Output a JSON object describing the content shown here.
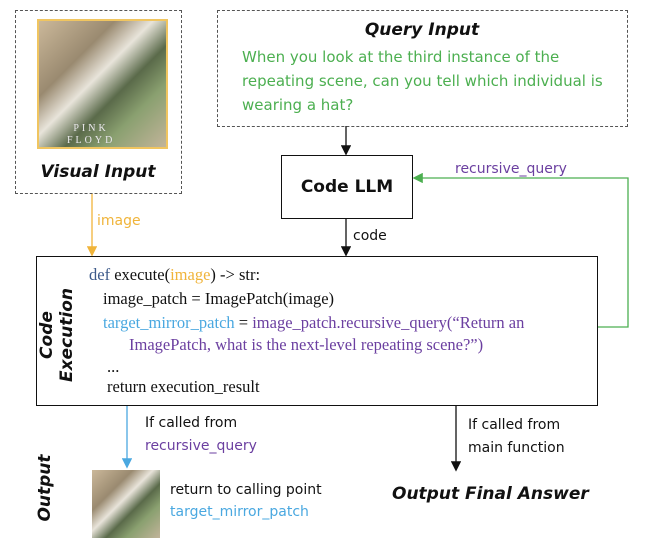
{
  "visual_input": {
    "title": "Visual Input",
    "image_text": "PINK FLOYD"
  },
  "query_input": {
    "title": "Query Input",
    "text": "When you look at the third instance of the repeating scene, can you tell which individual is wearing a hat?"
  },
  "code_llm": {
    "title": "Code LLM"
  },
  "edges": {
    "image": "image",
    "code": "code",
    "recursive_query": "recursive_query"
  },
  "code_execution": {
    "title": "Code Execution",
    "line1": {
      "def": "def",
      "fn": " execute(",
      "arg": "image",
      "rest": ") -> str:"
    },
    "line2": "image_patch = ImagePatch(image)",
    "line3": {
      "var": "target_mirror_patch",
      "eq": " = ",
      "call": "image_patch.recursive_query(“Return an"
    },
    "line4": "ImagePatch, what is the next-level repeating scene?”)",
    "line5": "...",
    "line6": "return execution_result"
  },
  "output": {
    "title": "Output",
    "left_branch": {
      "line1": "If called from",
      "line2": "recursive_query"
    },
    "right_branch": {
      "line1": "If called from",
      "line2": "main function"
    },
    "return_text": "return to calling point",
    "return_var": "target_mirror_patch",
    "final_answer": "Output Final Answer"
  },
  "colors": {
    "green": "#4caf50",
    "purple": "#6b3fa0",
    "blue": "#4aa8e0",
    "orange": "#f0b43a",
    "navy": "#3d5a8a"
  }
}
